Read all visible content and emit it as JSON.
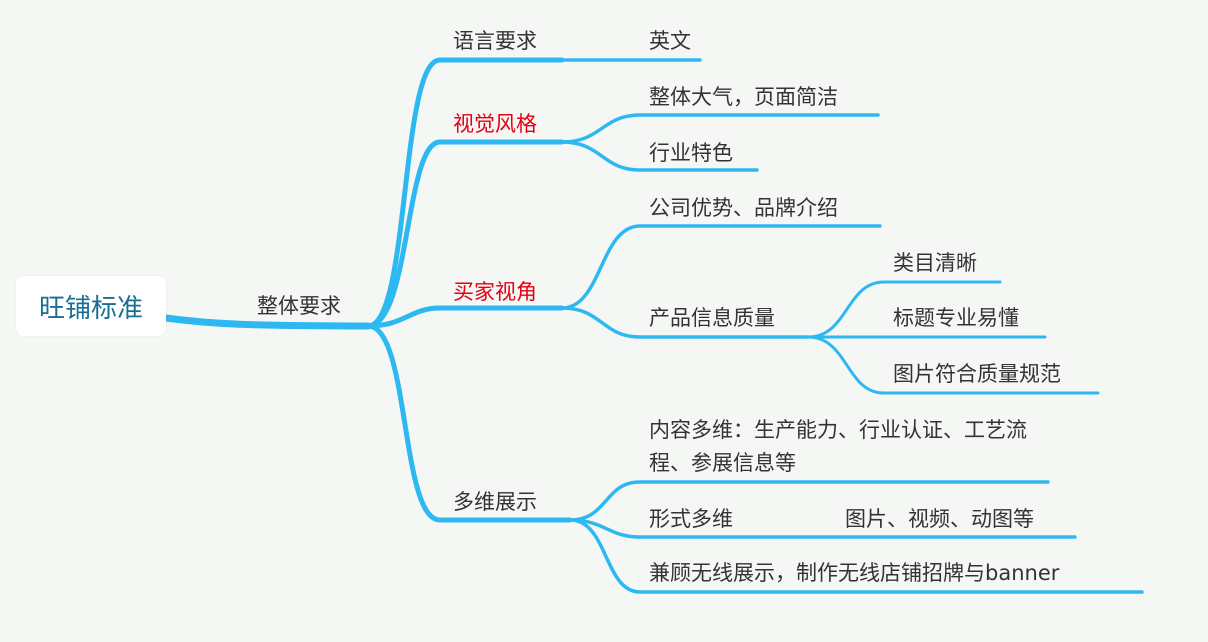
{
  "colors": {
    "edge": "#2eb8f2",
    "text": "#333333",
    "highlight": "#e60012",
    "root_text": "#1a6e94"
  },
  "mindmap": {
    "root": "旺铺标准",
    "level1": "整体要求",
    "branches": [
      {
        "label": "语言要求",
        "highlight": false,
        "children": [
          "英文"
        ]
      },
      {
        "label": "视觉风格",
        "highlight": true,
        "children": [
          "整体大气，页面简洁",
          "行业特色"
        ]
      },
      {
        "label": "买家视角",
        "highlight": true,
        "children": [
          "公司优势、品牌介绍",
          "产品信息质量"
        ],
        "grandchildren": [
          "类目清晰",
          "标题专业易懂",
          "图片符合质量规范"
        ]
      },
      {
        "label": "多维展示",
        "highlight": false,
        "children": [
          "内容多维：生产能力、行业认证、工艺流程、参展信息等",
          "形式多维",
          "兼顾无线展示，制作无线店铺招牌与banner"
        ],
        "form_detail": "图片、视频、动图等"
      }
    ]
  }
}
